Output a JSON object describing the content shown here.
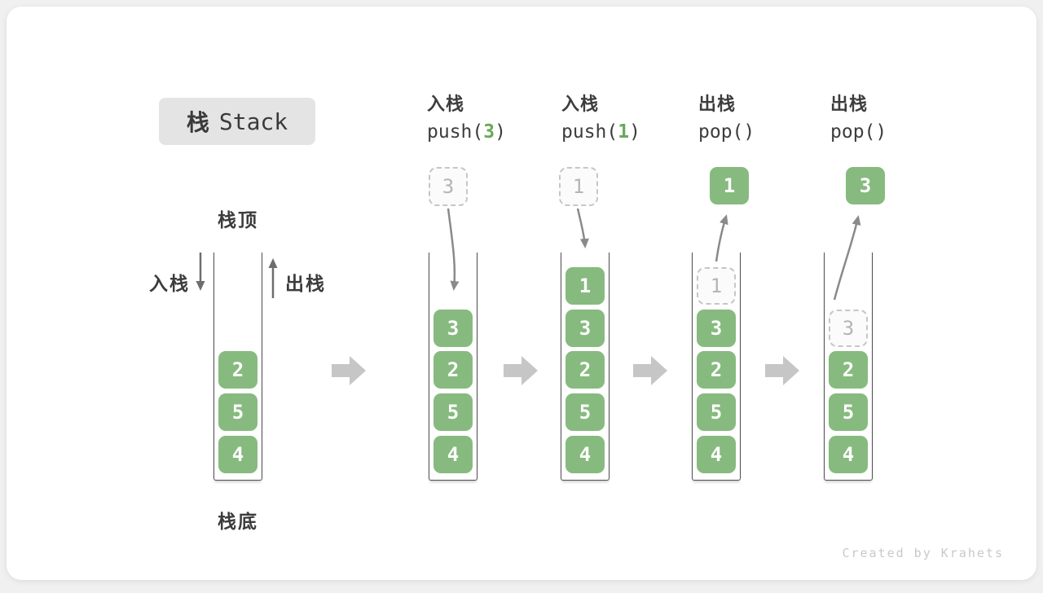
{
  "title": {
    "cjk": "栈",
    "latin": "Stack"
  },
  "legend": {
    "stack_top": "栈顶",
    "stack_bottom": "栈底",
    "push_side": "入栈",
    "pop_side": "出栈"
  },
  "operations": [
    {
      "name": "入栈",
      "code": {
        "pre": "push(",
        "arg": "3",
        "post": ")"
      }
    },
    {
      "name": "入栈",
      "code": {
        "pre": "push(",
        "arg": "1",
        "post": ")"
      }
    },
    {
      "name": "出栈",
      "code": {
        "pre": "pop(",
        "arg": "",
        "post": ")"
      }
    },
    {
      "name": "出栈",
      "code": {
        "pre": "pop(",
        "arg": "",
        "post": ")"
      }
    }
  ],
  "stacks": [
    {
      "id": "initial-state",
      "cells": [
        {
          "value": "2",
          "slot": 2
        },
        {
          "value": "5",
          "slot": 3
        },
        {
          "value": "4",
          "slot": 4
        }
      ]
    },
    {
      "id": "after-push-3",
      "floating": {
        "value": "3",
        "kind": "ghost"
      },
      "cells": [
        {
          "value": "3",
          "slot": 1
        },
        {
          "value": "2",
          "slot": 2
        },
        {
          "value": "5",
          "slot": 3
        },
        {
          "value": "4",
          "slot": 4
        }
      ]
    },
    {
      "id": "after-push-1",
      "floating": {
        "value": "1",
        "kind": "ghost"
      },
      "cells": [
        {
          "value": "1",
          "slot": 0
        },
        {
          "value": "3",
          "slot": 1
        },
        {
          "value": "2",
          "slot": 2
        },
        {
          "value": "5",
          "slot": 3
        },
        {
          "value": "4",
          "slot": 4
        }
      ]
    },
    {
      "id": "after-pop-1",
      "floating": {
        "value": "1",
        "kind": "solid"
      },
      "cells": [
        {
          "value": "1",
          "slot": 0,
          "ghost": true
        },
        {
          "value": "3",
          "slot": 1
        },
        {
          "value": "2",
          "slot": 2
        },
        {
          "value": "5",
          "slot": 3
        },
        {
          "value": "4",
          "slot": 4
        }
      ]
    },
    {
      "id": "after-pop-3",
      "floating": {
        "value": "3",
        "kind": "solid"
      },
      "cells": [
        {
          "value": "3",
          "slot": 1,
          "ghost": true
        },
        {
          "value": "2",
          "slot": 2
        },
        {
          "value": "5",
          "slot": 3
        },
        {
          "value": "4",
          "slot": 4
        }
      ]
    }
  ],
  "footer": {
    "credit": "Created by Krahets"
  },
  "colors": {
    "cell_green": "#87ba7f",
    "code_arg_green": "#69a858",
    "wall_dark": "#4f4f4f",
    "curved_arrow": "#8a8a8a",
    "side_arrow": "#6e6e6e",
    "block_arrow": "#c6c6c6",
    "ghost_border": "#c6c6c6",
    "ghost_text": "#b5b5b5",
    "badge_bg": "#e4e4e4",
    "page_bg": "#f0f0f0"
  }
}
